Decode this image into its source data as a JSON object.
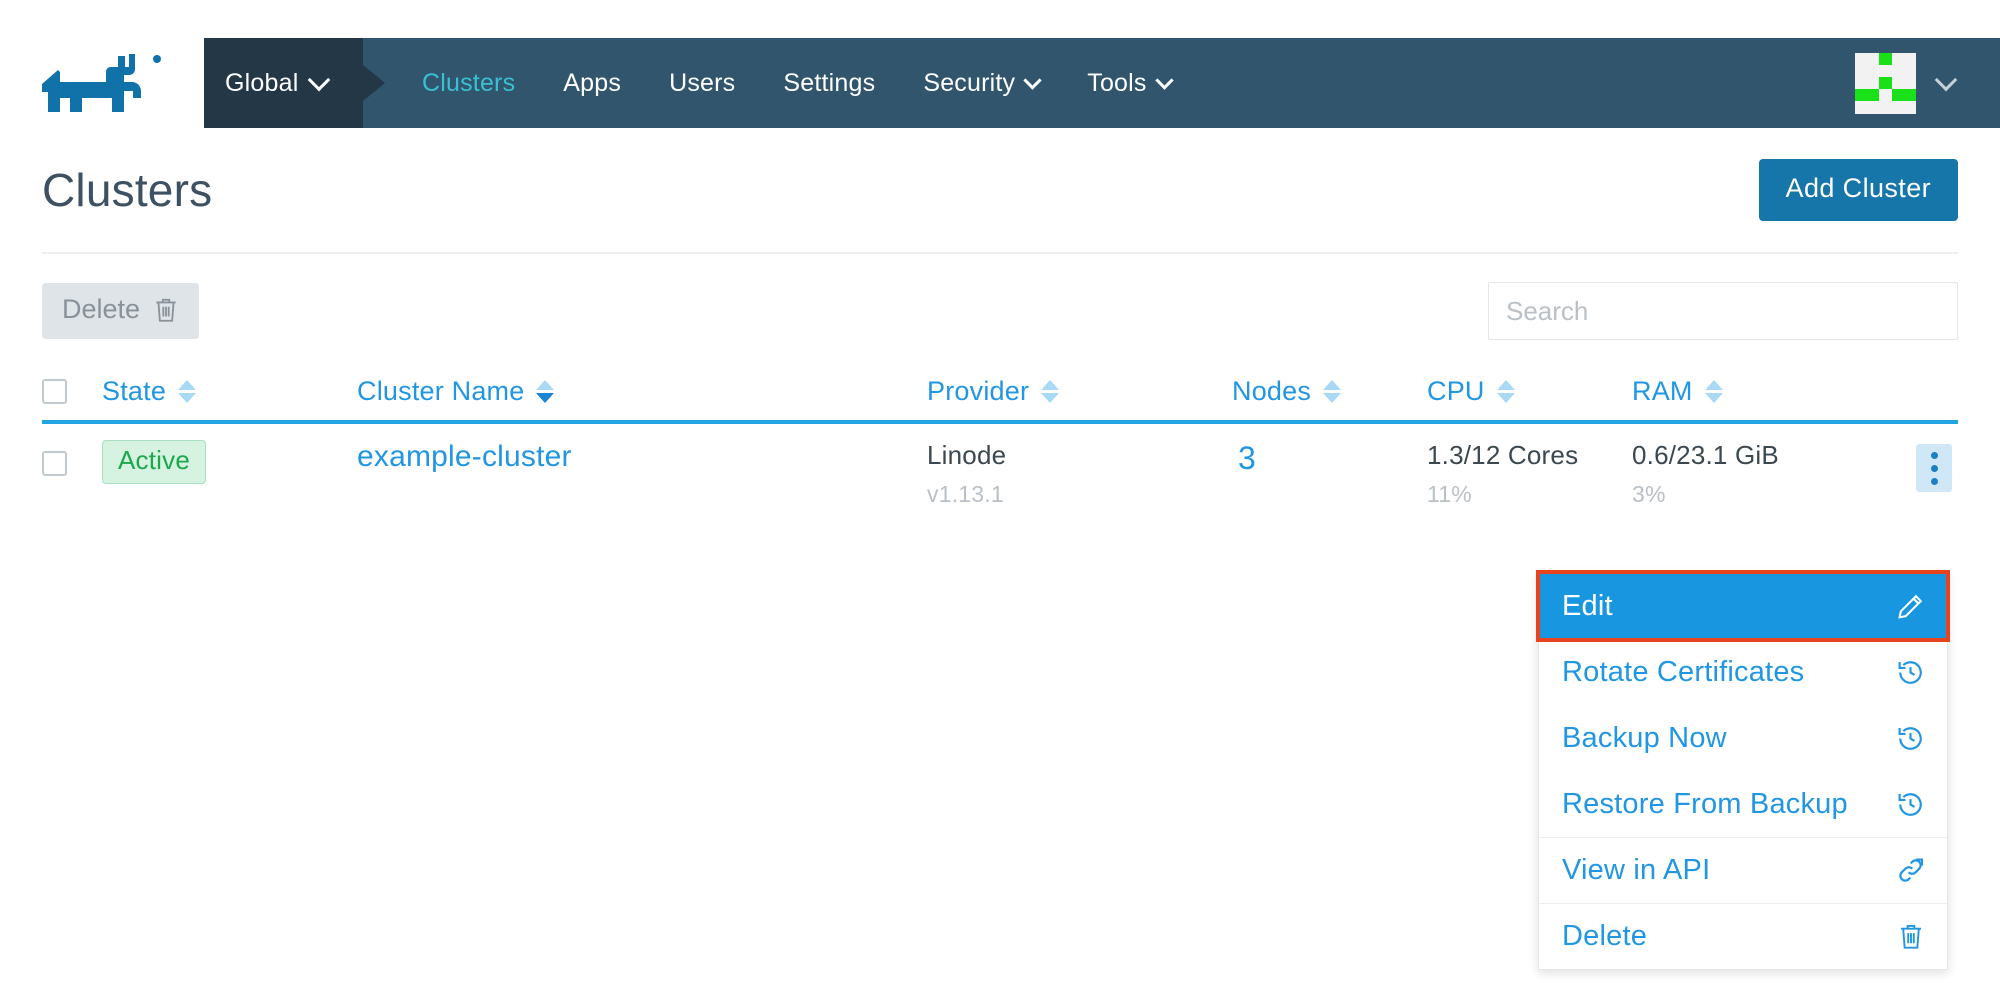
{
  "header": {
    "logo_name": "rancher-logo",
    "context_selector": {
      "label": "Global",
      "icon": "chevron-down-icon"
    },
    "nav_items": [
      {
        "label": "Clusters",
        "active": true,
        "dropdown": false
      },
      {
        "label": "Apps",
        "active": false,
        "dropdown": false
      },
      {
        "label": "Users",
        "active": false,
        "dropdown": false
      },
      {
        "label": "Settings",
        "active": false,
        "dropdown": false
      },
      {
        "label": "Security",
        "active": false,
        "dropdown": true
      },
      {
        "label": "Tools",
        "active": false,
        "dropdown": true
      }
    ],
    "user_menu": {
      "avatar": "identicon-avatar",
      "icon": "chevron-down-icon"
    }
  },
  "page": {
    "title": "Clusters",
    "add_button": "Add Cluster"
  },
  "toolbar": {
    "delete_label": "Delete",
    "delete_icon": "trash-icon",
    "search_placeholder": "Search",
    "search_value": ""
  },
  "table": {
    "columns": [
      {
        "key": "state",
        "label": "State",
        "sortable": true,
        "sort_active": false
      },
      {
        "key": "name",
        "label": "Cluster Name",
        "sortable": true,
        "sort_active": true
      },
      {
        "key": "provider",
        "label": "Provider",
        "sortable": true,
        "sort_active": false
      },
      {
        "key": "nodes",
        "label": "Nodes",
        "sortable": true,
        "sort_active": false
      },
      {
        "key": "cpu",
        "label": "CPU",
        "sortable": true,
        "sort_active": false
      },
      {
        "key": "ram",
        "label": "RAM",
        "sortable": true,
        "sort_active": false
      }
    ],
    "rows": [
      {
        "state": "Active",
        "name": "example-cluster",
        "provider": "Linode",
        "provider_version": "v1.13.1",
        "nodes": "3",
        "cpu": "1.3/12 Cores",
        "cpu_percent": "11%",
        "ram": "0.6/23.1 GiB",
        "ram_percent": "3%"
      }
    ]
  },
  "action_menu": {
    "items": [
      {
        "label": "Edit",
        "icon": "pencil-icon",
        "highlighted": true,
        "separator": false
      },
      {
        "label": "Rotate Certificates",
        "icon": "history-icon",
        "highlighted": false,
        "separator": false
      },
      {
        "label": "Backup Now",
        "icon": "history-icon",
        "highlighted": false,
        "separator": false
      },
      {
        "label": "Restore From Backup",
        "icon": "history-icon",
        "highlighted": false,
        "separator": false
      },
      {
        "label": "View in API",
        "icon": "link-external-icon",
        "highlighted": false,
        "separator": true
      },
      {
        "label": "Delete",
        "icon": "trash-icon",
        "highlighted": false,
        "separator": true
      }
    ]
  },
  "colors": {
    "nav_bg": "#30556d",
    "nav_global_bg": "#243747",
    "accent_blue": "#2196e3",
    "primary_button": "#1675a9",
    "active_nav": "#39c0d3",
    "badge_green": "#1ca94c",
    "highlight_outline": "#e8431f"
  }
}
